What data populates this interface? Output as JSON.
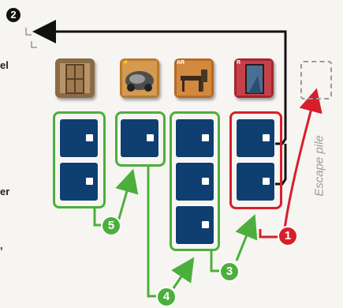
{
  "step_top": {
    "number": "2"
  },
  "steps": [
    {
      "number": "5"
    },
    {
      "number": "4"
    },
    {
      "number": "3"
    },
    {
      "number": "1"
    }
  ],
  "escape_pile": {
    "label": "Escape pile"
  },
  "edge_fragments": [
    {
      "text": "el"
    },
    {
      "text": "er"
    },
    {
      "text": ","
    }
  ],
  "tiles": [
    {
      "icon": "doorway-room-icon",
      "tag": ""
    },
    {
      "icon": "ruined-car-icon",
      "tag": "⚡"
    },
    {
      "icon": "desk-chair-icon",
      "tag": "AR"
    },
    {
      "icon": "red-door-icon",
      "tag": "R"
    }
  ],
  "columns": [
    {
      "cards": 2,
      "frame": "green"
    },
    {
      "cards": 1,
      "frame": "green"
    },
    {
      "cards": 3,
      "frame": "green"
    },
    {
      "cards": 2,
      "frame": "red"
    }
  ],
  "colors": {
    "card_blue": "#0f3f70",
    "green": "#4caf3d",
    "red": "#d71f2b",
    "arrow_black": "#111111",
    "escape_gray": "#9a9a9a"
  }
}
